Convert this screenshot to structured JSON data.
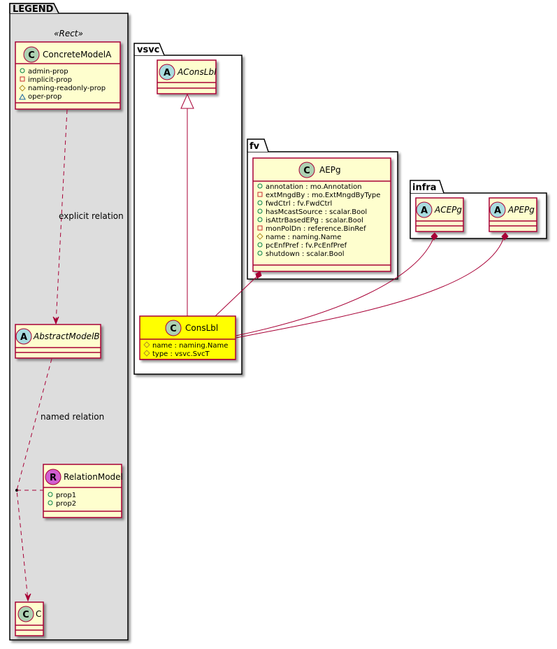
{
  "colors": {
    "class_fill": "#FEFECE",
    "class_border": "#A80036",
    "highlight_fill": "#FFFF00",
    "legend_fill": "#DDDDDD",
    "circle_class": "#ADD1B2",
    "circle_abstract": "#A9DCDF",
    "circle_relation": "#D15ED1",
    "line": "#A80036",
    "vis_public": "#038048",
    "vis_private": "#C82930",
    "vis_protected": "#B38D22",
    "vis_package": "#1963A0"
  },
  "legend": {
    "title": "LEGEND",
    "stereotype": "«Rect»",
    "concrete_model": {
      "letter": "C",
      "name": "ConcreteModelA",
      "attrs": [
        {
          "vis": "public",
          "text": "admin-prop"
        },
        {
          "vis": "private",
          "text": "implicit-prop"
        },
        {
          "vis": "protected",
          "text": "naming-readonly-prop"
        },
        {
          "vis": "package",
          "text": "oper-prop"
        }
      ]
    },
    "abstract_model": {
      "letter": "A",
      "name": "AbstractModelB"
    },
    "relation_model": {
      "letter": "R",
      "name": "RelationModel",
      "attrs": [
        {
          "vis": "public",
          "text": "prop1"
        },
        {
          "vis": "public",
          "text": "prop2"
        }
      ]
    },
    "class_c": {
      "letter": "C",
      "name": "C"
    },
    "explicit_relation_label": "explicit relation",
    "named_relation_label": "named relation"
  },
  "packages": {
    "vsvc": {
      "title": "vsvc"
    },
    "fv": {
      "title": "fv"
    },
    "infra": {
      "title": "infra"
    }
  },
  "classes": {
    "AConsLbl": {
      "letter": "A",
      "name": "AConsLbl"
    },
    "AEPg": {
      "letter": "C",
      "name": "AEPg",
      "attrs": [
        {
          "vis": "public",
          "text": "annotation : mo.Annotation"
        },
        {
          "vis": "private",
          "text": "extMngdBy : mo.ExtMngdByType"
        },
        {
          "vis": "public",
          "text": "fwdCtrl : fv.FwdCtrl"
        },
        {
          "vis": "public",
          "text": "hasMcastSource : scalar.Bool"
        },
        {
          "vis": "public",
          "text": "isAttrBasedEPg : scalar.Bool"
        },
        {
          "vis": "private",
          "text": "monPolDn : reference.BinRef"
        },
        {
          "vis": "protected",
          "text": "name : naming.Name"
        },
        {
          "vis": "public",
          "text": "pcEnfPref : fv.PcEnfPref"
        },
        {
          "vis": "public",
          "text": "shutdown : scalar.Bool"
        }
      ]
    },
    "ACEPg": {
      "letter": "A",
      "name": "ACEPg"
    },
    "APEPg": {
      "letter": "A",
      "name": "APEPg"
    },
    "ConsLbl": {
      "letter": "C",
      "name": "ConsLbl",
      "attrs": [
        {
          "vis": "protected",
          "text": "name : naming.Name"
        },
        {
          "vis": "protected",
          "text": "type : vsvc.SvcT"
        }
      ]
    }
  }
}
